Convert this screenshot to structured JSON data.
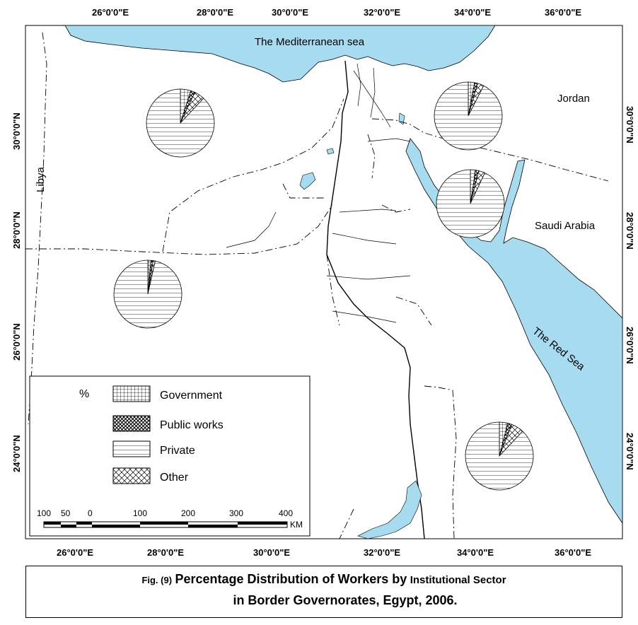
{
  "map": {
    "top_longitude_labels": [
      "26°0'0\"E",
      "28°0'0\"E",
      "30°0'0\"E",
      "32°0'0\"E",
      "34°0'0\"E",
      "36°0'0\"E"
    ],
    "bottom_longitude_labels": [
      "26°0'0\"E",
      "28°0'0\"E",
      "30°0'0\"E",
      "32°0'0\"E",
      "34°0'0\"E",
      "36°0'0\"E"
    ],
    "left_latitude_labels": [
      "30°0'0\"N",
      "28°0'0\"N",
      "26°0'0\"N",
      "24°0'0\"N"
    ],
    "right_latitude_labels": [
      "30°0'0\"N",
      "28°0'0\"N",
      "26°0'0\"N",
      "24°0'0\"N"
    ],
    "places": {
      "mediterranean": "The Mediterranean sea",
      "jordan": "Jordan",
      "libya": "Libya",
      "saudi": "Saudi Arabia",
      "red_sea": "The Red Sea"
    },
    "colors": {
      "water": "#a6dbf0",
      "line": "#000000"
    }
  },
  "pies": [
    {
      "governorate_position": "north-west",
      "shares": {
        "government": 0.05,
        "public_works": 0.02,
        "private": 0.88,
        "other": 0.05
      }
    },
    {
      "governorate_position": "north-east",
      "shares": {
        "government": 0.03,
        "public_works": 0.015,
        "private": 0.925,
        "other": 0.03
      }
    },
    {
      "governorate_position": "sinai-south",
      "shares": {
        "government": 0.025,
        "public_works": 0.015,
        "private": 0.93,
        "other": 0.03
      }
    },
    {
      "governorate_position": "west",
      "shares": {
        "government": 0.015,
        "public_works": 0.01,
        "private": 0.965,
        "other": 0.01
      }
    },
    {
      "governorate_position": "south-east",
      "shares": {
        "government": 0.04,
        "public_works": 0.02,
        "private": 0.88,
        "other": 0.06
      }
    }
  ],
  "legend": {
    "unit": "%",
    "items": [
      "Government",
      "Public works",
      "Private",
      "Other"
    ]
  },
  "scale_bar": {
    "labels": [
      "100",
      "50",
      "0",
      "100",
      "200",
      "300",
      "400"
    ],
    "unit": "KM"
  },
  "caption": {
    "fig": "Fig. (9)",
    "title": "Percentage Distribution of Workers by",
    "sector": "Institutional Sector",
    "line2": "in Border Governorates, Egypt, 2006."
  }
}
